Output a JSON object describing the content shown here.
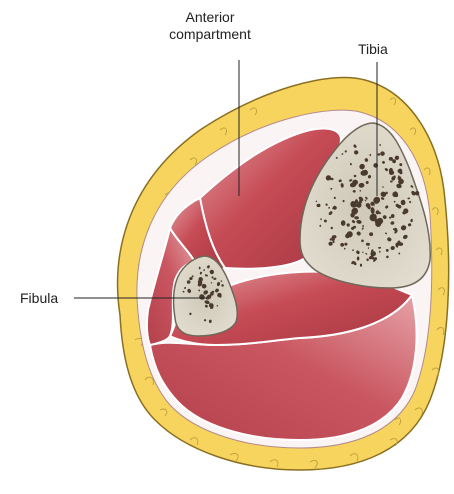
{
  "labels": {
    "anterior_line1": "Anterior",
    "anterior_line2": "compartment",
    "tibia": "Tibia",
    "fibula": "Fibula"
  },
  "colors": {
    "fat": "#f6d45e",
    "fat_outline": "#b79a3a",
    "fascia": "#f8f1f1",
    "muscle": "#c64b55",
    "muscle_light": "#e39aa0",
    "muscle_dark": "#a63843",
    "bone": "#d9d3c4",
    "bone_outline": "#8f8778",
    "marrow_pores": "#4a3a2e",
    "leader_line": "#222222"
  }
}
